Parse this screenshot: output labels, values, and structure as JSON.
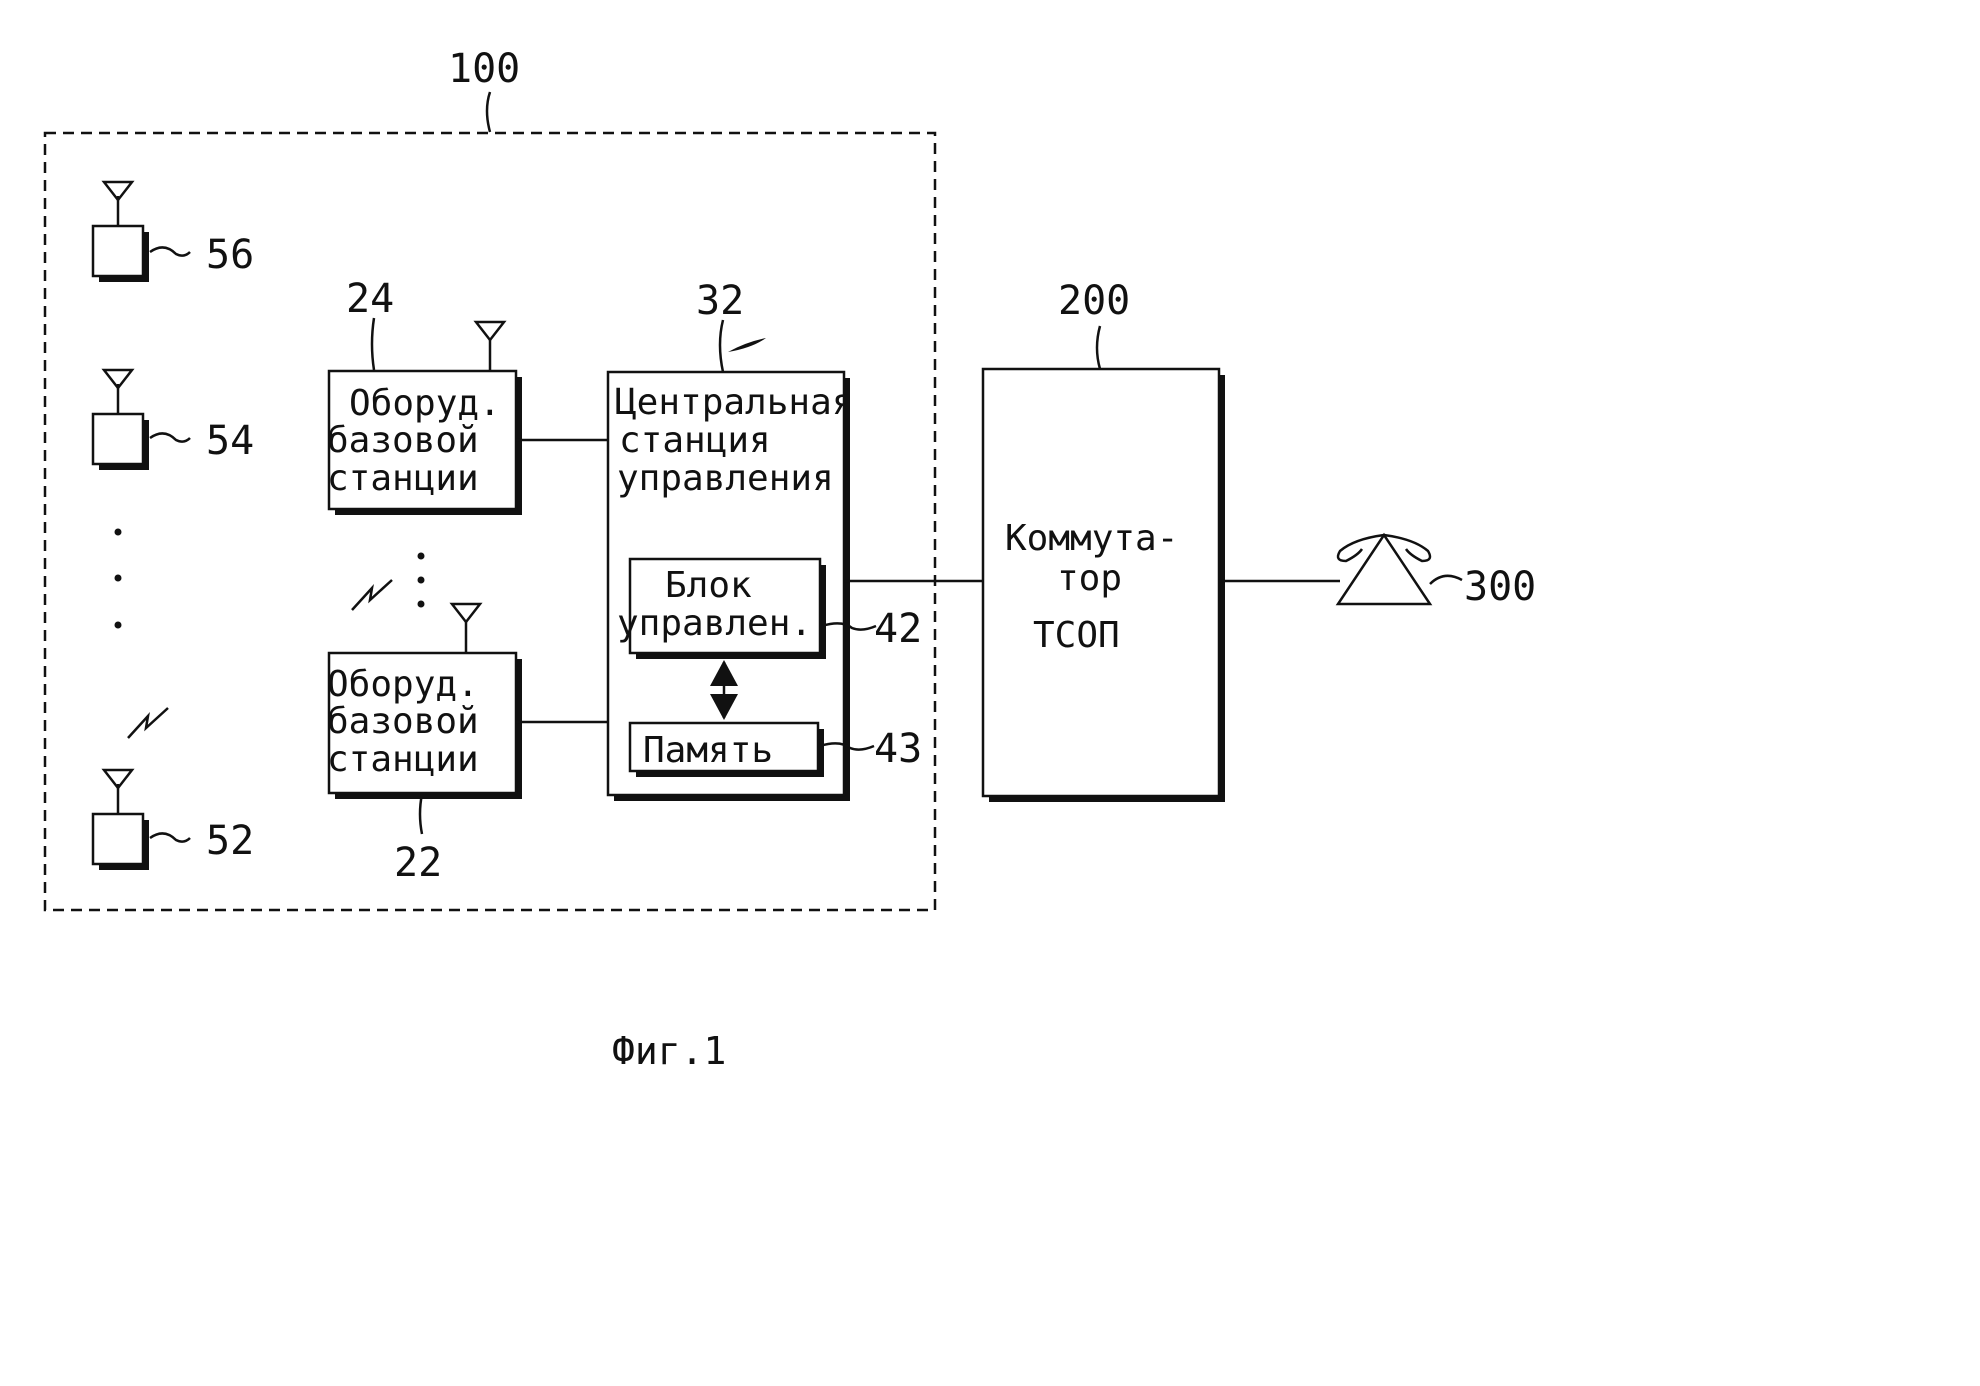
{
  "labels": {
    "system": "100",
    "switch_ref": "200",
    "phone_ref": "300",
    "bs_top_ref": "24",
    "bs_bottom_ref": "22",
    "control_station_ref": "32",
    "control_unit_ref": "42",
    "memory_ref": "43",
    "ms_top_ref": "56",
    "ms_mid_ref": "54",
    "ms_bottom_ref": "52"
  },
  "base_station": {
    "lines": [
      "Оборуд.",
      "базовой",
      "станции"
    ]
  },
  "control_station": {
    "lines": [
      "Центральная",
      "станция",
      "управления"
    ]
  },
  "control_unit": {
    "lines": [
      "Блок",
      "управлен."
    ]
  },
  "memory": {
    "label": "Память"
  },
  "switch": {
    "lines": [
      "Коммута-",
      "тор",
      "ТСОП"
    ]
  },
  "caption": "Фиг.1"
}
